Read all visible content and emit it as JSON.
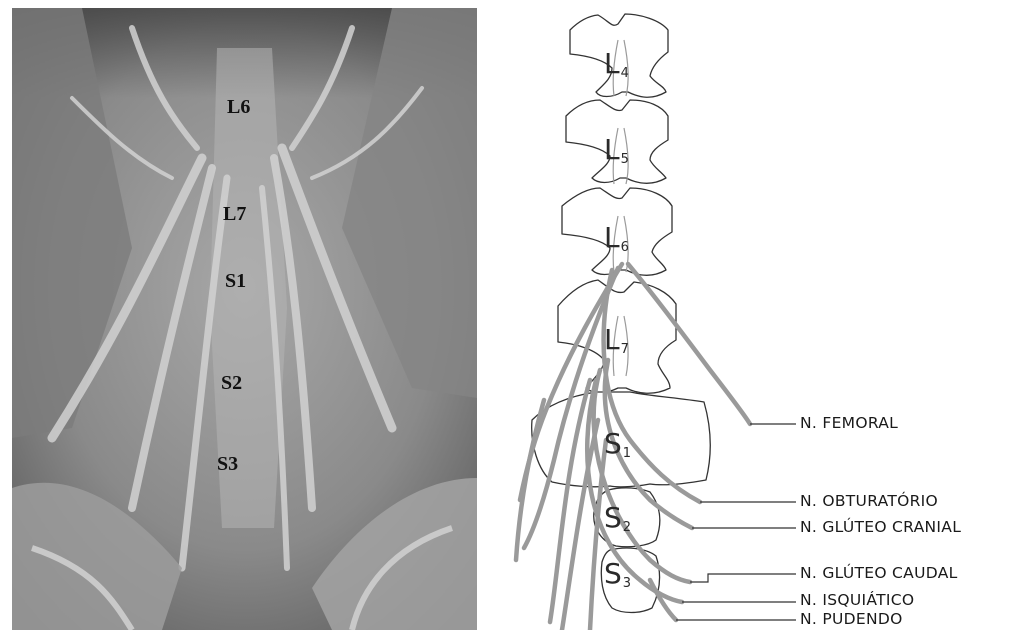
{
  "photo": {
    "labels": {
      "l6": "L6",
      "l7": "L7",
      "s1": "S1",
      "s2": "S2",
      "s3": "S3"
    }
  },
  "diagram": {
    "vertebrae": [
      {
        "letter": "L",
        "sub": "4"
      },
      {
        "letter": "L",
        "sub": "5"
      },
      {
        "letter": "L",
        "sub": "6"
      },
      {
        "letter": "L",
        "sub": "7"
      },
      {
        "letter": "S",
        "sub": "1"
      },
      {
        "letter": "S",
        "sub": "2"
      },
      {
        "letter": "S",
        "sub": "3"
      }
    ],
    "nerves": {
      "femoral": "N. FEMORAL",
      "obturatorio": "N. OBTURATÓRIO",
      "gluteo_cranial": "N. GLÚTEO CRANIAL",
      "gluteo_caudal": "N. GLÚTEO CAUDAL",
      "isquiatico": "N. ISQUIÁTICO",
      "pudendo": "N. PUDENDO"
    }
  },
  "colors": {
    "nerve": "#9a9a9a",
    "outline": "#333333",
    "leader": "#333333"
  }
}
